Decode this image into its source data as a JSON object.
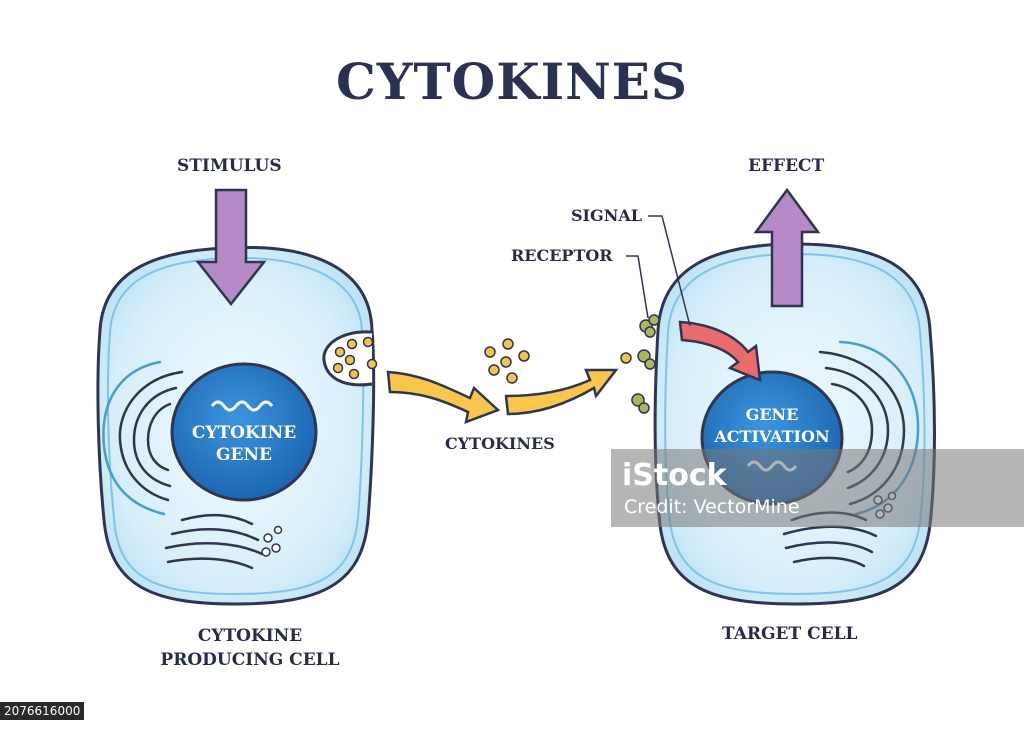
{
  "title": "CYTOKINES",
  "labels": {
    "stimulus": "STIMULUS",
    "effect": "EFFECT",
    "signal": "SIGNAL",
    "receptor": "RECEPTOR",
    "cytokines": "CYTOKINES",
    "producing_cell": "CYTOKINE PRODUCING CELL",
    "target_cell": "TARGET CELL"
  },
  "nucleus_left": {
    "line1": "CYTOKINE",
    "line2": "GENE"
  },
  "nucleus_right": {
    "line1": "GENE",
    "line2": "ACTIVATION"
  },
  "watermark": {
    "brand": "iStock",
    "credit": "Credit: VectorMine",
    "id": "2076616000"
  },
  "colors": {
    "cell_fill": "#d6eefa",
    "cell_stroke": "#2f3550",
    "nucleus": "#1f74c2",
    "stimulus_arrow": "#b58ac7",
    "transfer_arrow": "#f7c64a",
    "signal_arrow": "#e96b6b",
    "cytokine_particle": "#f0c44d",
    "receptor": "#a6b860"
  }
}
